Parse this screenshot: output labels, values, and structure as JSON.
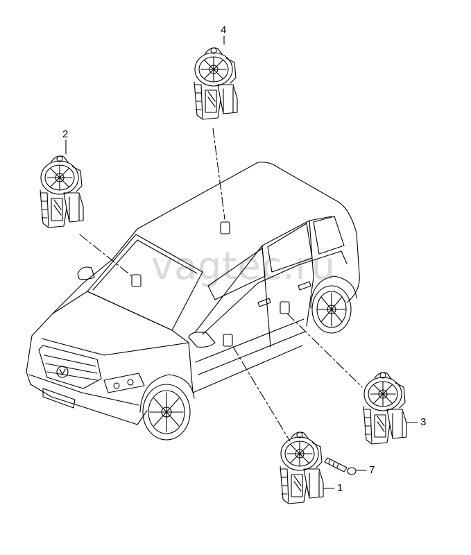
{
  "watermark": "vagtec.ru",
  "callouts": [
    "4",
    "2",
    "3",
    "7",
    "1"
  ]
}
